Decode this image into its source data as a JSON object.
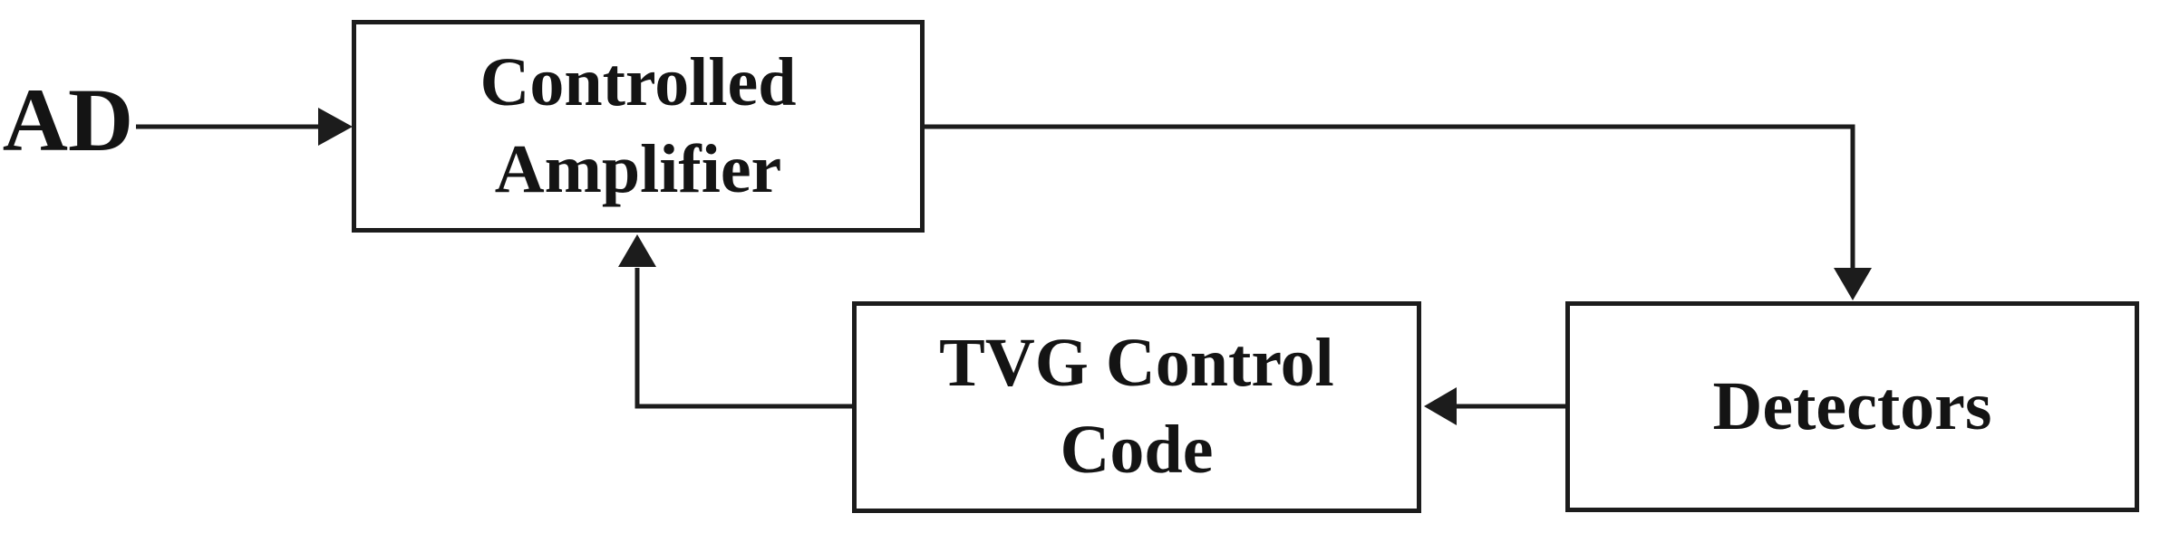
{
  "colors": {
    "background": "#ffffff",
    "line": "#1c1c1c",
    "text": "#141414"
  },
  "nodes": {
    "ad": {
      "label": "AD"
    },
    "controlled_amplifier": {
      "label": "Controlled Amplifier"
    },
    "tvg_control_code": {
      "label": "TVG Control Code"
    },
    "detectors": {
      "label": "Detectors"
    }
  },
  "edges": [
    {
      "from": "AD",
      "to": "Controlled Amplifier"
    },
    {
      "from": "Controlled Amplifier",
      "to": "Detectors"
    },
    {
      "from": "Detectors",
      "to": "TVG Control Code"
    },
    {
      "from": "TVG Control Code",
      "to": "Controlled Amplifier"
    }
  ]
}
